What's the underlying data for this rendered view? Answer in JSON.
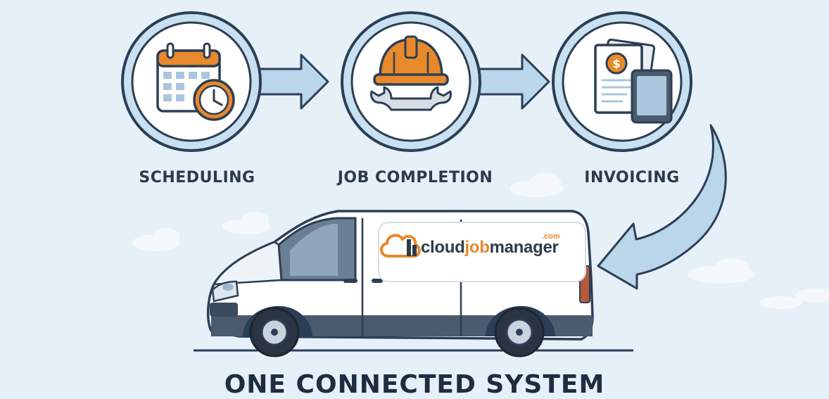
{
  "steps": [
    {
      "label": "SCHEDULING",
      "icon": "calendar-clock-icon"
    },
    {
      "label": "JOB COMPLETION",
      "icon": "hardhat-wrench-icon"
    },
    {
      "label": "INVOICING",
      "icon": "invoice-tablet-icon"
    }
  ],
  "brand": {
    "part1": "cloud",
    "part2": "job",
    "part3": "manager",
    "tld": ".com"
  },
  "title": "ONE CONNECTED SYSTEM",
  "colors": {
    "background": "#e5f0f9",
    "accent": "#e8892b",
    "ring": "#2c3e55",
    "arrow": "#b9d6ea",
    "text": "#2b3a4e"
  }
}
